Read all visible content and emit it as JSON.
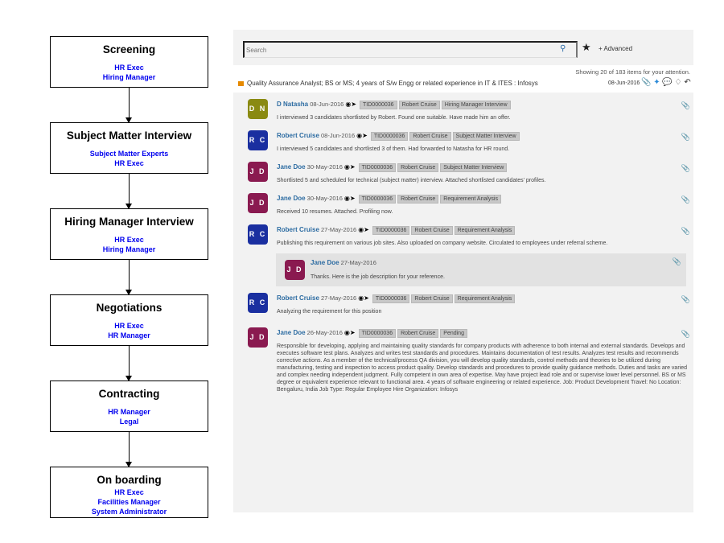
{
  "flow": [
    {
      "title": "Screening",
      "roles": [
        "HR Exec",
        "Hiring Manager"
      ]
    },
    {
      "title": "Subject Matter Interview",
      "roles": [
        "Subject Matter Experts",
        "HR Exec"
      ]
    },
    {
      "title": "Hiring Manager Interview",
      "roles": [
        "HR Exec",
        "Hiring Manager"
      ]
    },
    {
      "title": "Negotiations",
      "roles": [
        "HR Exec",
        "HR Manager"
      ]
    },
    {
      "title": "Contracting",
      "roles": [
        "HR Manager",
        "Legal"
      ]
    },
    {
      "title": "On boarding",
      "roles": [
        "HR Exec",
        "Facilities Manager",
        "System Administrator"
      ]
    }
  ],
  "toolbar": {
    "search_placeholder": "Search",
    "advanced": "+ Advanced"
  },
  "showing": "Showing 20 of 183 items for your attention.",
  "job": {
    "title": "Quality Assurance Analyst; BS or MS; 4 years of S/w Engg or related experience in IT & ITES : Infosys",
    "date": "08-Jun-2016"
  },
  "colors": {
    "DN": "#8a8a12",
    "RC": "#1a2fa0",
    "JD": "#8a1a50"
  },
  "entries": [
    {
      "initials": "D N",
      "name": "D Natasha",
      "date": "08-Jun-2016",
      "tags": [
        "TID0000036",
        "Robert Cruise",
        "Hiring Manager Interview"
      ],
      "text": "I interviewed 3 candidates shortlisted by Robert. Found one suitable. Have made him an offer."
    },
    {
      "initials": "R C",
      "name": "Robert Cruise",
      "date": "08-Jun-2016",
      "tags": [
        "TID0000036",
        "Robert Cruise",
        "Subject Matter Interview"
      ],
      "text": "I interviewed 5 candidates and shortlisted 3 of them. Had forwarded to Natasha for HR round."
    },
    {
      "initials": "J D",
      "name": "Jane Doe",
      "date": "30-May-2016",
      "tags": [
        "TID0000036",
        "Robert Cruise",
        "Subject Matter Interview"
      ],
      "text": "Shortlisted 5 and scheduled for technical (subject matter) interview. Attached shortlisted candidates' profiles."
    },
    {
      "initials": "J D",
      "name": "Jane Doe",
      "date": "30-May-2016",
      "tags": [
        "TID0000036",
        "Robert Cruise",
        "Requirement Analysis"
      ],
      "text": "Received 10 resumes. Attached. Profiling now."
    },
    {
      "initials": "R C",
      "name": "Robert Cruise",
      "date": "27-May-2016",
      "tags": [
        "TID0000036",
        "Robert Cruise",
        "Requirement Analysis"
      ],
      "text": "Publishing this requirement on various job sites. Also uploaded on company website. Circulated to employees under referral scheme."
    },
    {
      "initials": "R C",
      "name": "Robert Cruise",
      "date": "27-May-2016",
      "tags": [
        "TID0000036",
        "Robert Cruise",
        "Requirement Analysis"
      ],
      "text": "Analyzing the requirement for this position"
    },
    {
      "initials": "J D",
      "name": "Jane Doe",
      "date": "26-May-2016",
      "tags": [
        "TID0000036",
        "Robert Cruise",
        "Pending"
      ],
      "text": "Responsible for developing, applying and maintaining quality standards for company products with adherence to both internal and external standards. Develops and executes software test plans. Analyzes and writes test standards and procedures. Maintains documentation of test results. Analyzes test results and recommends corrective actions. As a member of the technical/process QA division, you will develop quality standards, control methods and theories to be utilized during manufacturing, testing and inspection to access product quality. Develop standards and procedures to provide quality guidance methods. Duties and tasks are varied and complex needing independent judgment. Fully competent in own area of expertise. May have project lead role and or supervise lower level personnel. BS or MS degree or equivalent experience relevant to functional area. 4 years of software engineering or related experience. Job: Product Development Travel: No Location: Bengaluru, India Job Type: Regular Employee Hire Organization: Infosys"
    }
  ],
  "reply": {
    "initials": "J D",
    "name": "Jane Doe",
    "date": "27-May-2016",
    "text": "Thanks. Here is the job description for your reference."
  }
}
